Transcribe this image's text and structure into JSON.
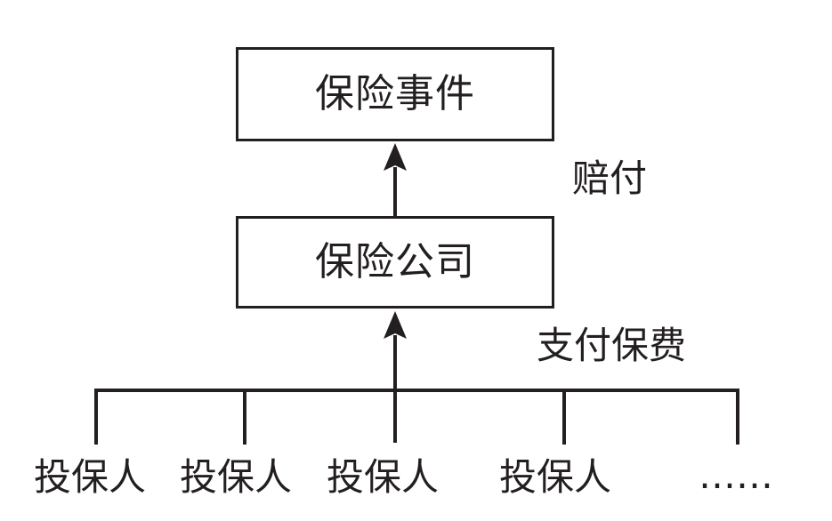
{
  "diagram": {
    "nodes": {
      "insurance_event": "保险事件",
      "insurance_company": "保险公司"
    },
    "edges": {
      "claim_payment": "赔付",
      "premium_payment": "支付保费"
    },
    "policyholders": [
      "投保人",
      "投保人",
      "投保人",
      "投保人"
    ],
    "ellipsis": "……"
  }
}
